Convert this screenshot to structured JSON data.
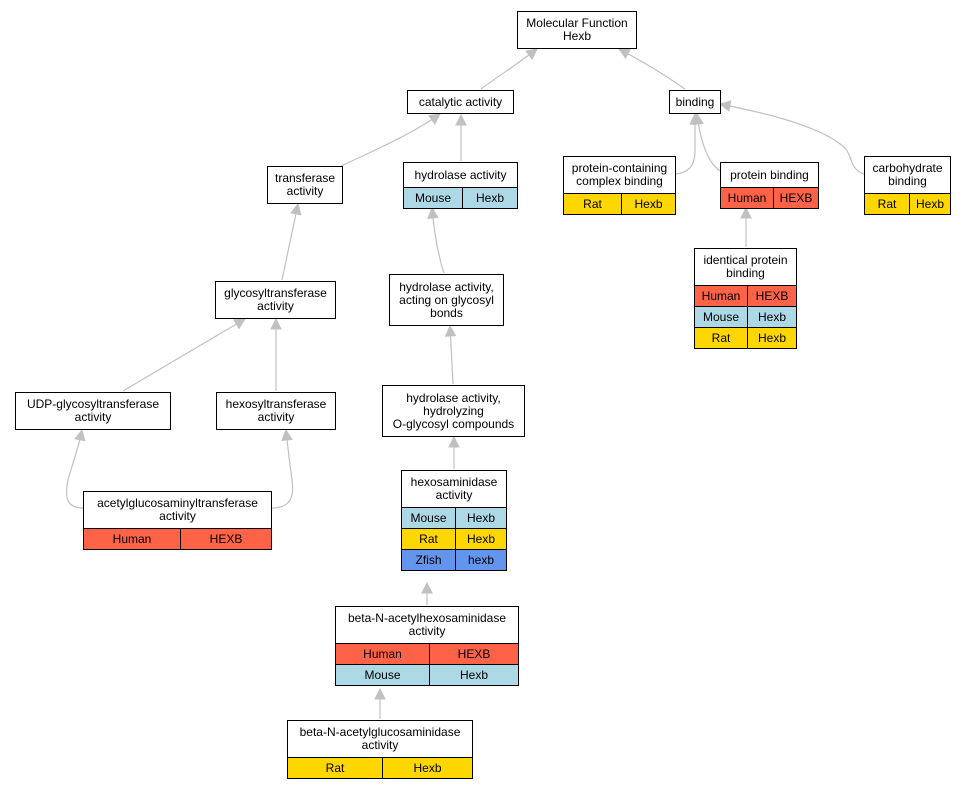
{
  "colors": {
    "Human": "#ff6347",
    "Mouse": "#add8e6",
    "Rat": "#ffd700",
    "Zfish": "#6495ed",
    "edge": "#c0c0c0"
  },
  "nodes": [
    {
      "id": "root",
      "lines": [
        "Molecular Function",
        "Hexb"
      ],
      "rows": []
    },
    {
      "id": "catalytic",
      "lines": [
        "catalytic activity"
      ],
      "rows": []
    },
    {
      "id": "binding",
      "lines": [
        "binding"
      ],
      "rows": []
    },
    {
      "id": "transferase",
      "lines": [
        "transferase",
        "activity"
      ],
      "rows": []
    },
    {
      "id": "hydrolase",
      "lines": [
        "hydrolase activity"
      ],
      "rows": [
        {
          "species": "Mouse",
          "gene": "Hexb"
        }
      ]
    },
    {
      "id": "pcc-binding",
      "lines": [
        "protein-containing",
        "complex binding"
      ],
      "rows": [
        {
          "species": "Rat",
          "gene": "Hexb"
        }
      ]
    },
    {
      "id": "protein-binding",
      "lines": [
        "protein binding"
      ],
      "rows": [
        {
          "species": "Human",
          "gene": "HEXB"
        }
      ]
    },
    {
      "id": "carb-binding",
      "lines": [
        "carbohydrate",
        "binding"
      ],
      "rows": [
        {
          "species": "Rat",
          "gene": "Hexb"
        }
      ]
    },
    {
      "id": "glycosyltransferase",
      "lines": [
        "glycosyltransferase",
        "activity"
      ],
      "rows": []
    },
    {
      "id": "hydrolase-glycosyl",
      "lines": [
        "hydrolase activity,",
        "acting on glycosyl",
        "bonds"
      ],
      "rows": []
    },
    {
      "id": "identical-protein",
      "lines": [
        "identical protein",
        "binding"
      ],
      "rows": [
        {
          "species": "Human",
          "gene": "HEXB"
        },
        {
          "species": "Mouse",
          "gene": "Hexb"
        },
        {
          "species": "Rat",
          "gene": "Hexb"
        }
      ]
    },
    {
      "id": "udp-glycosyltransferase",
      "lines": [
        "UDP-glycosyltransferase",
        "activity"
      ],
      "rows": []
    },
    {
      "id": "hexosyltransferase",
      "lines": [
        "hexosyltransferase",
        "activity"
      ],
      "rows": []
    },
    {
      "id": "hydrolase-o-glycosyl",
      "lines": [
        "hydrolase activity,",
        "hydrolyzing",
        "O-glycosyl compounds"
      ],
      "rows": []
    },
    {
      "id": "acetylglucosaminyltransferase",
      "lines": [
        "acetylglucosaminyltransferase",
        "activity"
      ],
      "rows": [
        {
          "species": "Human",
          "gene": "HEXB"
        }
      ]
    },
    {
      "id": "hexosaminidase",
      "lines": [
        "hexosaminidase",
        "activity"
      ],
      "rows": [
        {
          "species": "Mouse",
          "gene": "Hexb"
        },
        {
          "species": "Rat",
          "gene": "Hexb"
        },
        {
          "species": "Zfish",
          "gene": "hexb"
        }
      ]
    },
    {
      "id": "beta-n-acetylhexosaminidase",
      "lines": [
        "beta-N-acetylhexosaminidase",
        "activity"
      ],
      "rows": [
        {
          "species": "Human",
          "gene": "HEXB"
        },
        {
          "species": "Mouse",
          "gene": "Hexb"
        }
      ]
    },
    {
      "id": "beta-n-acetylglucosaminidase",
      "lines": [
        "beta-N-acetylglucosaminidase",
        "activity"
      ],
      "rows": [
        {
          "species": "Rat",
          "gene": "Hexb"
        }
      ]
    }
  ],
  "edges": [
    {
      "from": "catalytic",
      "to": "root"
    },
    {
      "from": "binding",
      "to": "root"
    },
    {
      "from": "transferase",
      "to": "catalytic"
    },
    {
      "from": "hydrolase",
      "to": "catalytic"
    },
    {
      "from": "pcc-binding",
      "to": "binding"
    },
    {
      "from": "protein-binding",
      "to": "binding"
    },
    {
      "from": "carb-binding",
      "to": "binding"
    },
    {
      "from": "glycosyltransferase",
      "to": "transferase"
    },
    {
      "from": "hydrolase-glycosyl",
      "to": "hydrolase"
    },
    {
      "from": "identical-protein",
      "to": "protein-binding"
    },
    {
      "from": "udp-glycosyltransferase",
      "to": "glycosyltransferase"
    },
    {
      "from": "hexosyltransferase",
      "to": "glycosyltransferase"
    },
    {
      "from": "hydrolase-o-glycosyl",
      "to": "hydrolase-glycosyl"
    },
    {
      "from": "acetylglucosaminyltransferase",
      "to": "udp-glycosyltransferase"
    },
    {
      "from": "acetylglucosaminyltransferase",
      "to": "hexosyltransferase"
    },
    {
      "from": "hexosaminidase",
      "to": "hydrolase-o-glycosyl"
    },
    {
      "from": "beta-n-acetylhexosaminidase",
      "to": "hexosaminidase"
    },
    {
      "from": "beta-n-acetylglucosaminidase",
      "to": "beta-n-acetylhexosaminidase"
    }
  ]
}
